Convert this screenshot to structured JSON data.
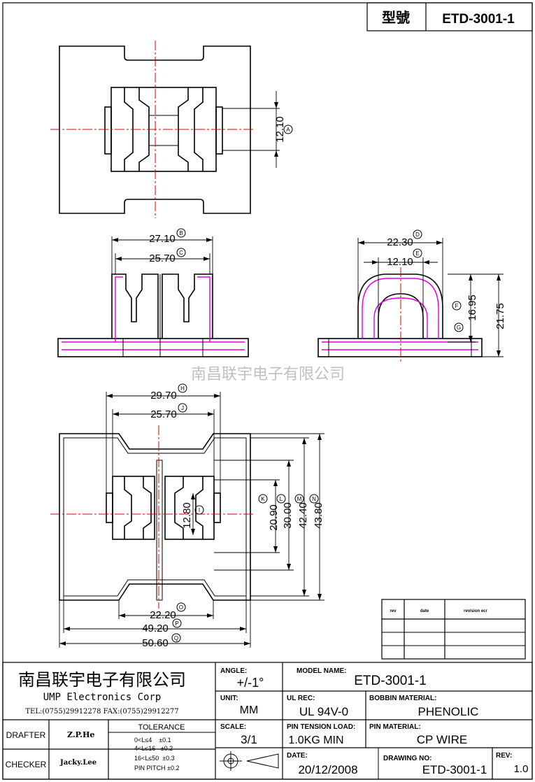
{
  "header": {
    "model_label": "型號",
    "model_value": "ETD-3001-1"
  },
  "watermark": "南昌联宇电子有限公司",
  "dimensions": {
    "a": "12.10",
    "b": "27.10",
    "c": "25.70",
    "d": "22.30",
    "e": "12.10",
    "f": "16.95",
    "g": "21.75",
    "h": "29.70",
    "j": "25.70",
    "i": "12.80",
    "k": "20.90",
    "l": "30.00",
    "m": "42.40",
    "n": "43.80",
    "o": "22.20",
    "p": "49.20",
    "q": "50.60"
  },
  "markers": {
    "a": "A",
    "b": "B",
    "c": "C",
    "d": "D",
    "e": "E",
    "f": "F",
    "g": "G",
    "h": "H",
    "j": "J",
    "i": "I",
    "k": "K",
    "l": "L",
    "m": "M",
    "n": "N",
    "o": "O",
    "p": "P",
    "q": "Q"
  },
  "revision_table": {
    "col1": "rev",
    "col2": "date",
    "col3": "revision ecr"
  },
  "title_block": {
    "company_cn": "南昌联宇电子有限公司",
    "company_en": "UMP  Electronics  Corp",
    "contact": "TEL:(0755)29912278 FAX:(0755)29912277",
    "angle_label": "ANGLE:",
    "angle_value": "+/-1°",
    "model_name_label": "MODEL NAME:",
    "model_name_value": "ETD-3001-1",
    "unit_label": "UNIT:",
    "unit_value": "MM",
    "ul_label": "UL REC:",
    "ul_value": "UL 94V-0",
    "bobbin_label": "BOBBIN MATERIAL:",
    "bobbin_value": "PHENOLIC",
    "drafter_label": "DRAFTER",
    "drafter_value": "Z.P.He",
    "tolerance_label": "TOLERANCE",
    "tolerance_rows": [
      "0<L≤4    ±0.1",
      "4<L≤16   ±0.2",
      "16<L≤50  ±0.3",
      "PIN PITCH ±0.2"
    ],
    "scale_label": "SCALE:",
    "scale_value": "3/1",
    "pin_tension_label": "PIN TENSION LOAD:",
    "pin_tension_value": "1.0KG MIN",
    "pin_material_label": "PIN MATERIAL:",
    "pin_material_value": "CP WIRE",
    "checker_label": "CHECKER",
    "checker_value": "Jacky.Lee",
    "date_label": "DATE:",
    "date_value": "20/12/2008",
    "drawing_no_label": "DRAWING NO:",
    "drawing_no_value": "ETD-3001-1",
    "rev_label": "REV:",
    "rev_value": "1.0"
  }
}
